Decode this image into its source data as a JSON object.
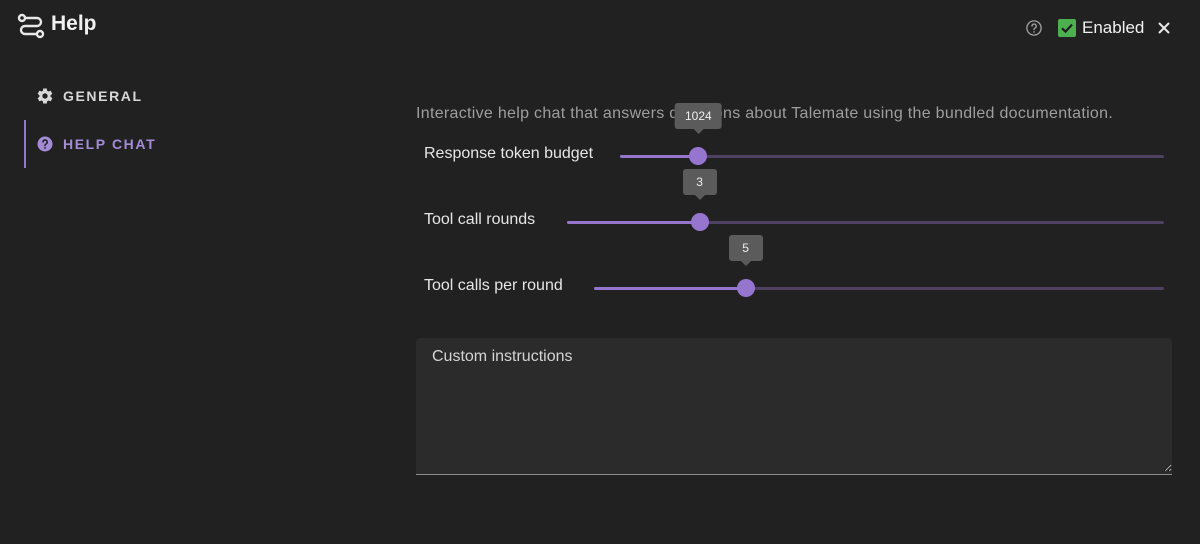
{
  "header": {
    "title": "Help",
    "enabled_label": "Enabled",
    "enabled_checked": true,
    "icons": {
      "logo": "route-icon",
      "help": "help-circle-outline-icon",
      "close": "close-icon"
    }
  },
  "nav": {
    "items": [
      {
        "label": "General",
        "icon": "gear-icon",
        "active": false
      },
      {
        "label": "Help Chat",
        "icon": "help-circle-icon",
        "active": true
      }
    ]
  },
  "content": {
    "description": "Interactive help chat that answers questions about Talemate using the bundled documentation.",
    "sliders": [
      {
        "label": "Response token budget",
        "value": "1024",
        "fill_fraction": 0.144
      },
      {
        "label": "Tool call rounds",
        "value": "3",
        "fill_fraction": 0.222
      },
      {
        "label": "Tool calls per round",
        "value": "5",
        "fill_fraction": 0.266
      }
    ],
    "custom_instructions": {
      "label": "Custom instructions",
      "value": ""
    }
  },
  "colors": {
    "background": "#212121",
    "accent": "#9575cd",
    "checkbox": "#4caf50"
  }
}
